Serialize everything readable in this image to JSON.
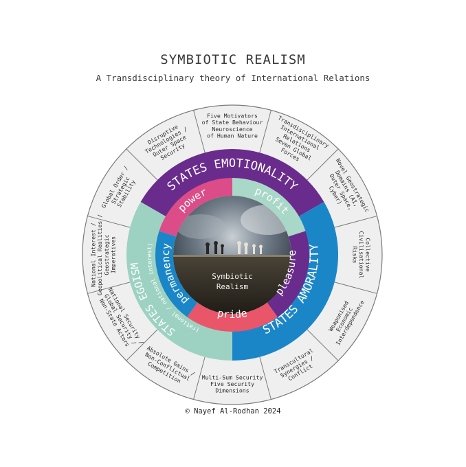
{
  "header": {
    "title": "SYMBIOTIC REALISM",
    "subtitle": "A Transdisciplinary theory of International Relations"
  },
  "footer": {
    "credit": "© Nayef Al-Rodhan 2024"
  },
  "outer_segments": [
    {
      "lines": [
        "Disruptive",
        "Technologies /",
        "Outer Space",
        "Security"
      ]
    },
    {
      "lines": [
        "Five Motivators",
        "of State Behaviour",
        "Neuroscience",
        "of Human Nature"
      ]
    },
    {
      "lines": [
        "Transdisciplinary",
        "International",
        "Relations",
        "Seven Global",
        "Forces"
      ]
    },
    {
      "lines": [
        "Novel Geostrategic",
        "Domains (AI,",
        "Outer Space,",
        "Cyber)"
      ]
    },
    {
      "lines": [
        "Collective",
        "Civilisational",
        "Risks"
      ]
    },
    {
      "lines": [
        "Weaponised",
        "Economic",
        "Interdependence"
      ]
    },
    {
      "lines": [
        "Transcultural",
        "Synergies /",
        "Conflict"
      ]
    },
    {
      "lines": [
        "Multi-Sum Security",
        "Five Security",
        "Dimensions"
      ]
    },
    {
      "lines": [
        "Absolute Gains /",
        "Non-Conflictual",
        "Competition"
      ]
    },
    {
      "lines": [
        "National Security /",
        "Global Security /",
        "Non-State Actors"
      ]
    },
    {
      "lines": [
        "National Interest /",
        "Geopolitical Realities /",
        "Geostrategic",
        "Imperatives"
      ]
    },
    {
      "lines": [
        "Global Order /",
        "Strategic",
        "Stability"
      ]
    }
  ],
  "state_rings": {
    "emotionality": "STATES EMOTIONALITY",
    "amorality": "STATES AMORALITY",
    "egoism": "STATES EGOISM",
    "egoism_sub": "(rational / national interest)"
  },
  "motivators": {
    "power": "power",
    "profit": "profit",
    "pleasure": "pleasure",
    "pride": "pride",
    "permanency": "permanency"
  },
  "center": {
    "line1": "Symbiotic",
    "line2": "Realism"
  },
  "colors": {
    "purple": "#6a2c8c",
    "blue": "#1a86c8",
    "mint": "#9dd2c3",
    "pink": "#dc4c88",
    "pale_mint": "#a9d8c8",
    "red": "#e9566a",
    "outer_ring": "#efefef",
    "line": "#7a7a7a"
  }
}
